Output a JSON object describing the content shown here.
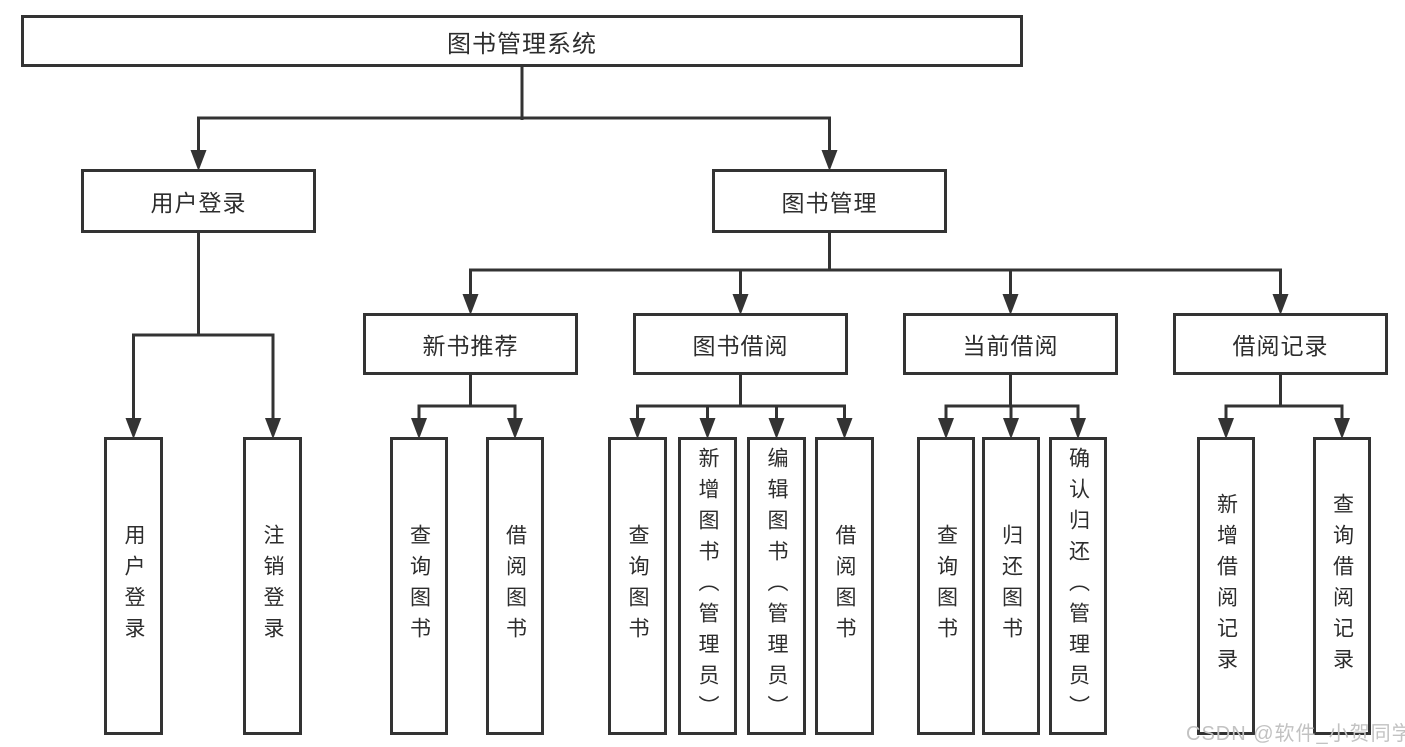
{
  "tree": {
    "root": {
      "label": "图书管理系统"
    },
    "login": {
      "label": "用户登录",
      "children": [
        {
          "label": "用户登录"
        },
        {
          "label": "注销登录"
        }
      ]
    },
    "mgmt": {
      "label": "图书管理",
      "children": [
        {
          "label": "新书推荐",
          "children": [
            {
              "label": "查询图书"
            },
            {
              "label": "借阅图书"
            }
          ]
        },
        {
          "label": "图书借阅",
          "children": [
            {
              "label": "查询图书"
            },
            {
              "label": "新增图书（管理员）"
            },
            {
              "label": "编辑图书（管理员）"
            },
            {
              "label": "借阅图书"
            }
          ]
        },
        {
          "label": "当前借阅",
          "children": [
            {
              "label": "查询图书"
            },
            {
              "label": "归还图书"
            },
            {
              "label": "确认归还（管理员）"
            }
          ]
        },
        {
          "label": "借阅记录",
          "children": [
            {
              "label": "新增借阅记录"
            },
            {
              "label": "查询借阅记录"
            }
          ]
        }
      ]
    }
  },
  "watermark": {
    "text": "CSDN @软件_小贺同学"
  },
  "colors": {
    "line": "#333333",
    "text": "#2d2d2d",
    "watermark": "#c2c2c2",
    "background": "#ffffff"
  }
}
